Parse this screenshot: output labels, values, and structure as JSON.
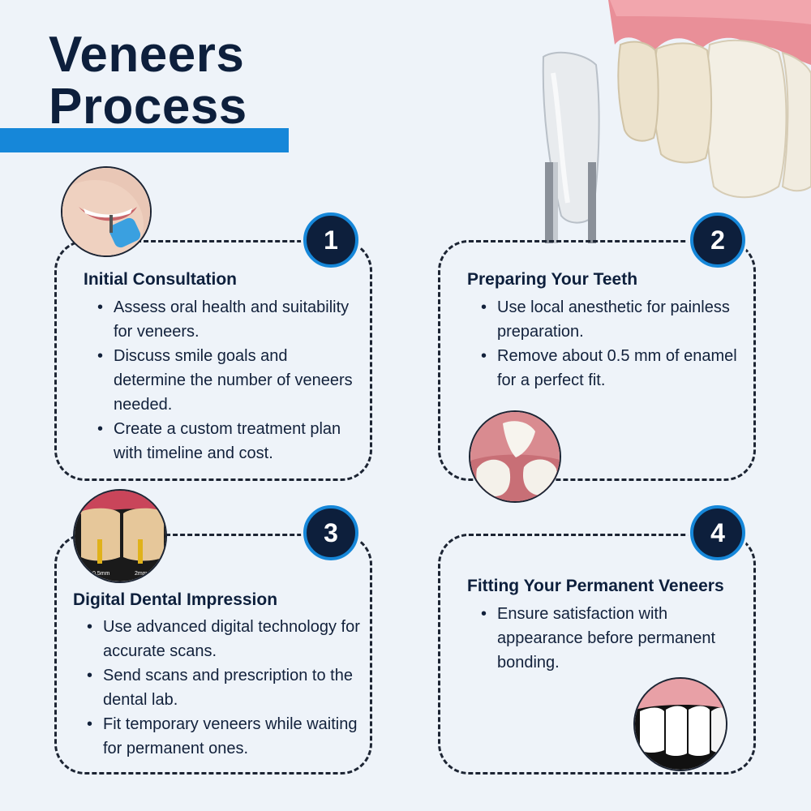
{
  "title": {
    "line1": "Veneers",
    "line2": "Process"
  },
  "steps": [
    {
      "number": "1",
      "title": "Initial Consultation",
      "points": [
        "Assess oral health and suitability for veneers.",
        "Discuss smile goals and determine the number of veneers needed.",
        "Create a custom treatment plan with timeline and cost."
      ]
    },
    {
      "number": "2",
      "title": "Preparing Your Teeth",
      "points": [
        "Use local anesthetic for painless preparation.",
        "Remove about 0.5 mm of enamel for a perfect fit."
      ]
    },
    {
      "number": "3",
      "title": "Digital Dental Impression",
      "points": [
        "Use advanced digital technology for accurate scans.",
        "Send scans and prescription to the dental lab.",
        "Fit temporary veneers while waiting for permanent ones."
      ],
      "image_labels": [
        "0.5mm",
        "2mm"
      ]
    },
    {
      "number": "4",
      "title": "Fitting Your Permanent Veneers",
      "points": [
        "Ensure satisfaction with appearance before permanent bonding."
      ]
    }
  ],
  "colors": {
    "navy": "#0d1f3c",
    "accent_blue": "#1687d9",
    "background": "#eef3f9"
  },
  "icons": [
    "veneer-tool-illustration",
    "smile-consultation-photo",
    "tooth-preparation-photo",
    "tooth-measurement-photo",
    "white-smile-photo"
  ]
}
